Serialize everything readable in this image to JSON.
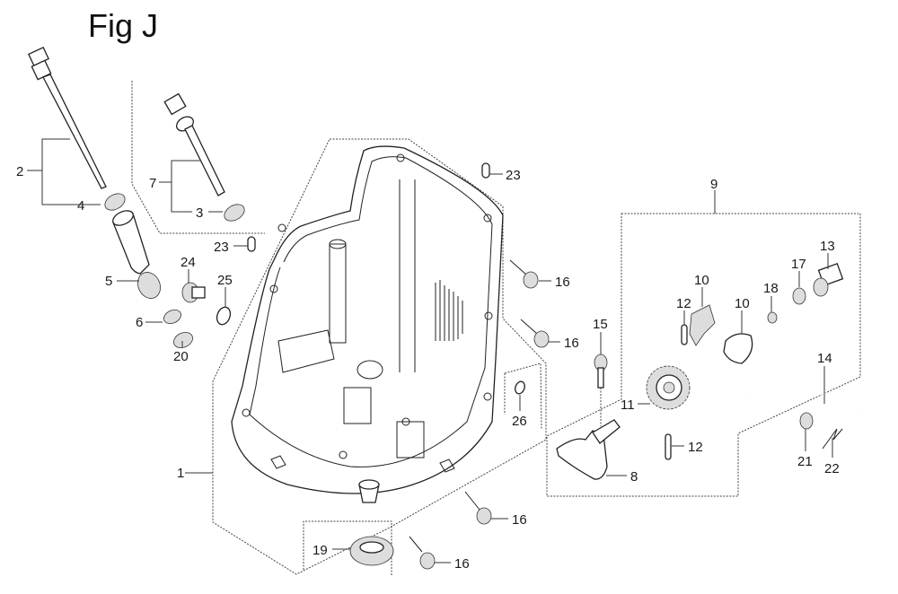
{
  "figure": {
    "title": "Fig J"
  },
  "callouts": [
    {
      "id": "c1",
      "label": "1"
    },
    {
      "id": "c2",
      "label": "2"
    },
    {
      "id": "c3",
      "label": "3"
    },
    {
      "id": "c4",
      "label": "4"
    },
    {
      "id": "c5",
      "label": "5"
    },
    {
      "id": "c6",
      "label": "6"
    },
    {
      "id": "c7",
      "label": "7"
    },
    {
      "id": "c8",
      "label": "8"
    },
    {
      "id": "c9",
      "label": "9"
    },
    {
      "id": "c10a",
      "label": "10"
    },
    {
      "id": "c10b",
      "label": "10"
    },
    {
      "id": "c11",
      "label": "11"
    },
    {
      "id": "c12a",
      "label": "12"
    },
    {
      "id": "c12b",
      "label": "12"
    },
    {
      "id": "c13",
      "label": "13"
    },
    {
      "id": "c14",
      "label": "14"
    },
    {
      "id": "c15",
      "label": "15"
    },
    {
      "id": "c16a",
      "label": "16"
    },
    {
      "id": "c16b",
      "label": "16"
    },
    {
      "id": "c16c",
      "label": "16"
    },
    {
      "id": "c16d",
      "label": "16"
    },
    {
      "id": "c17",
      "label": "17"
    },
    {
      "id": "c18",
      "label": "18"
    },
    {
      "id": "c19",
      "label": "19"
    },
    {
      "id": "c20",
      "label": "20"
    },
    {
      "id": "c21",
      "label": "21"
    },
    {
      "id": "c22",
      "label": "22"
    },
    {
      "id": "c23a",
      "label": "23"
    },
    {
      "id": "c23b",
      "label": "23"
    },
    {
      "id": "c24",
      "label": "24"
    },
    {
      "id": "c25",
      "label": "25"
    },
    {
      "id": "c26",
      "label": "26"
    }
  ]
}
